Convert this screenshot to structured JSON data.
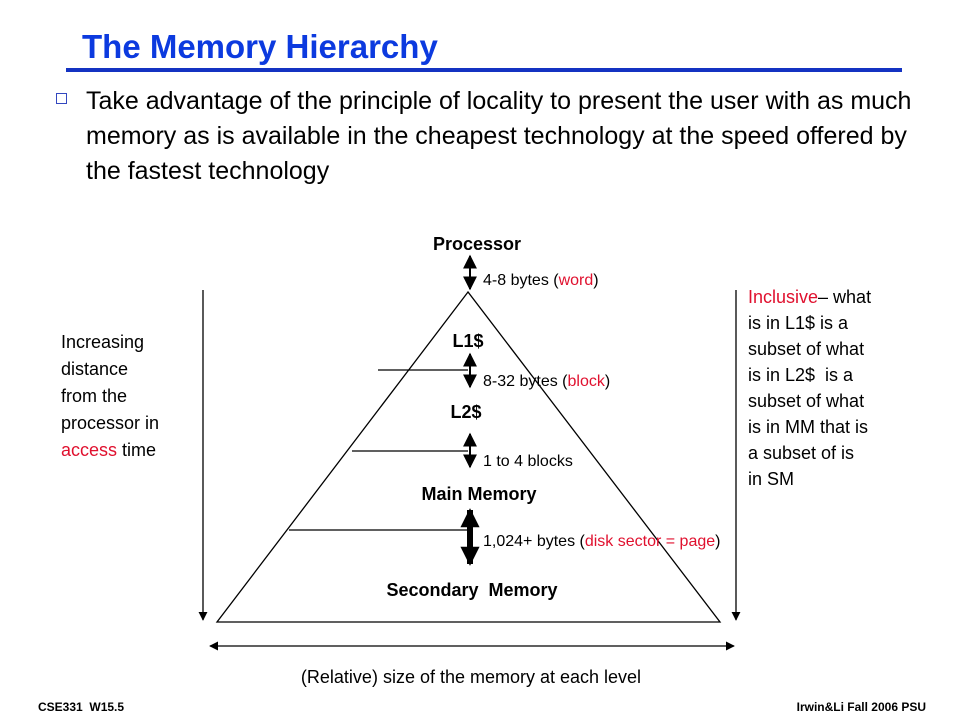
{
  "slide": {
    "title": "The Memory Hierarchy",
    "bullet": "Take advantage of the principle of locality to present the user with as much memory as is available in the cheapest technology at the speed offered by the fastest technology"
  },
  "diagram": {
    "top_label": "Processor",
    "levels": [
      "L1$",
      "L2$",
      "Main Memory",
      "Secondary  Memory"
    ],
    "transfers": [
      {
        "pre": "4-8 bytes (",
        "hl": "word",
        "post": ")"
      },
      {
        "pre": "8-32 bytes (",
        "hl": "block",
        "post": ")"
      },
      {
        "pre": "1 to 4 blocks",
        "hl": "",
        "post": ""
      },
      {
        "pre": "1,024+ bytes (",
        "hl": "disk sector = page",
        "post": ")"
      }
    ],
    "left_note": {
      "lines": [
        "Increasing",
        "distance",
        "from the",
        "processor in"
      ],
      "last_hl": "access",
      "last_post": " time"
    },
    "right_note": {
      "first_hl": "Inclusive",
      "first_post": "– what",
      "lines": [
        "is in L1$ is a",
        "subset of what",
        "is in L2$  is a",
        "subset of what",
        "is in MM that is",
        "a subset of is",
        "in SM"
      ]
    },
    "bottom_label": "(Relative) size of the memory at each level"
  },
  "footer": {
    "left": "CSE331  W15.5",
    "right": "Irwin&Li Fall 2006 PSU"
  },
  "colors": {
    "title": "#0c3adf",
    "highlight": "#e0102e"
  }
}
